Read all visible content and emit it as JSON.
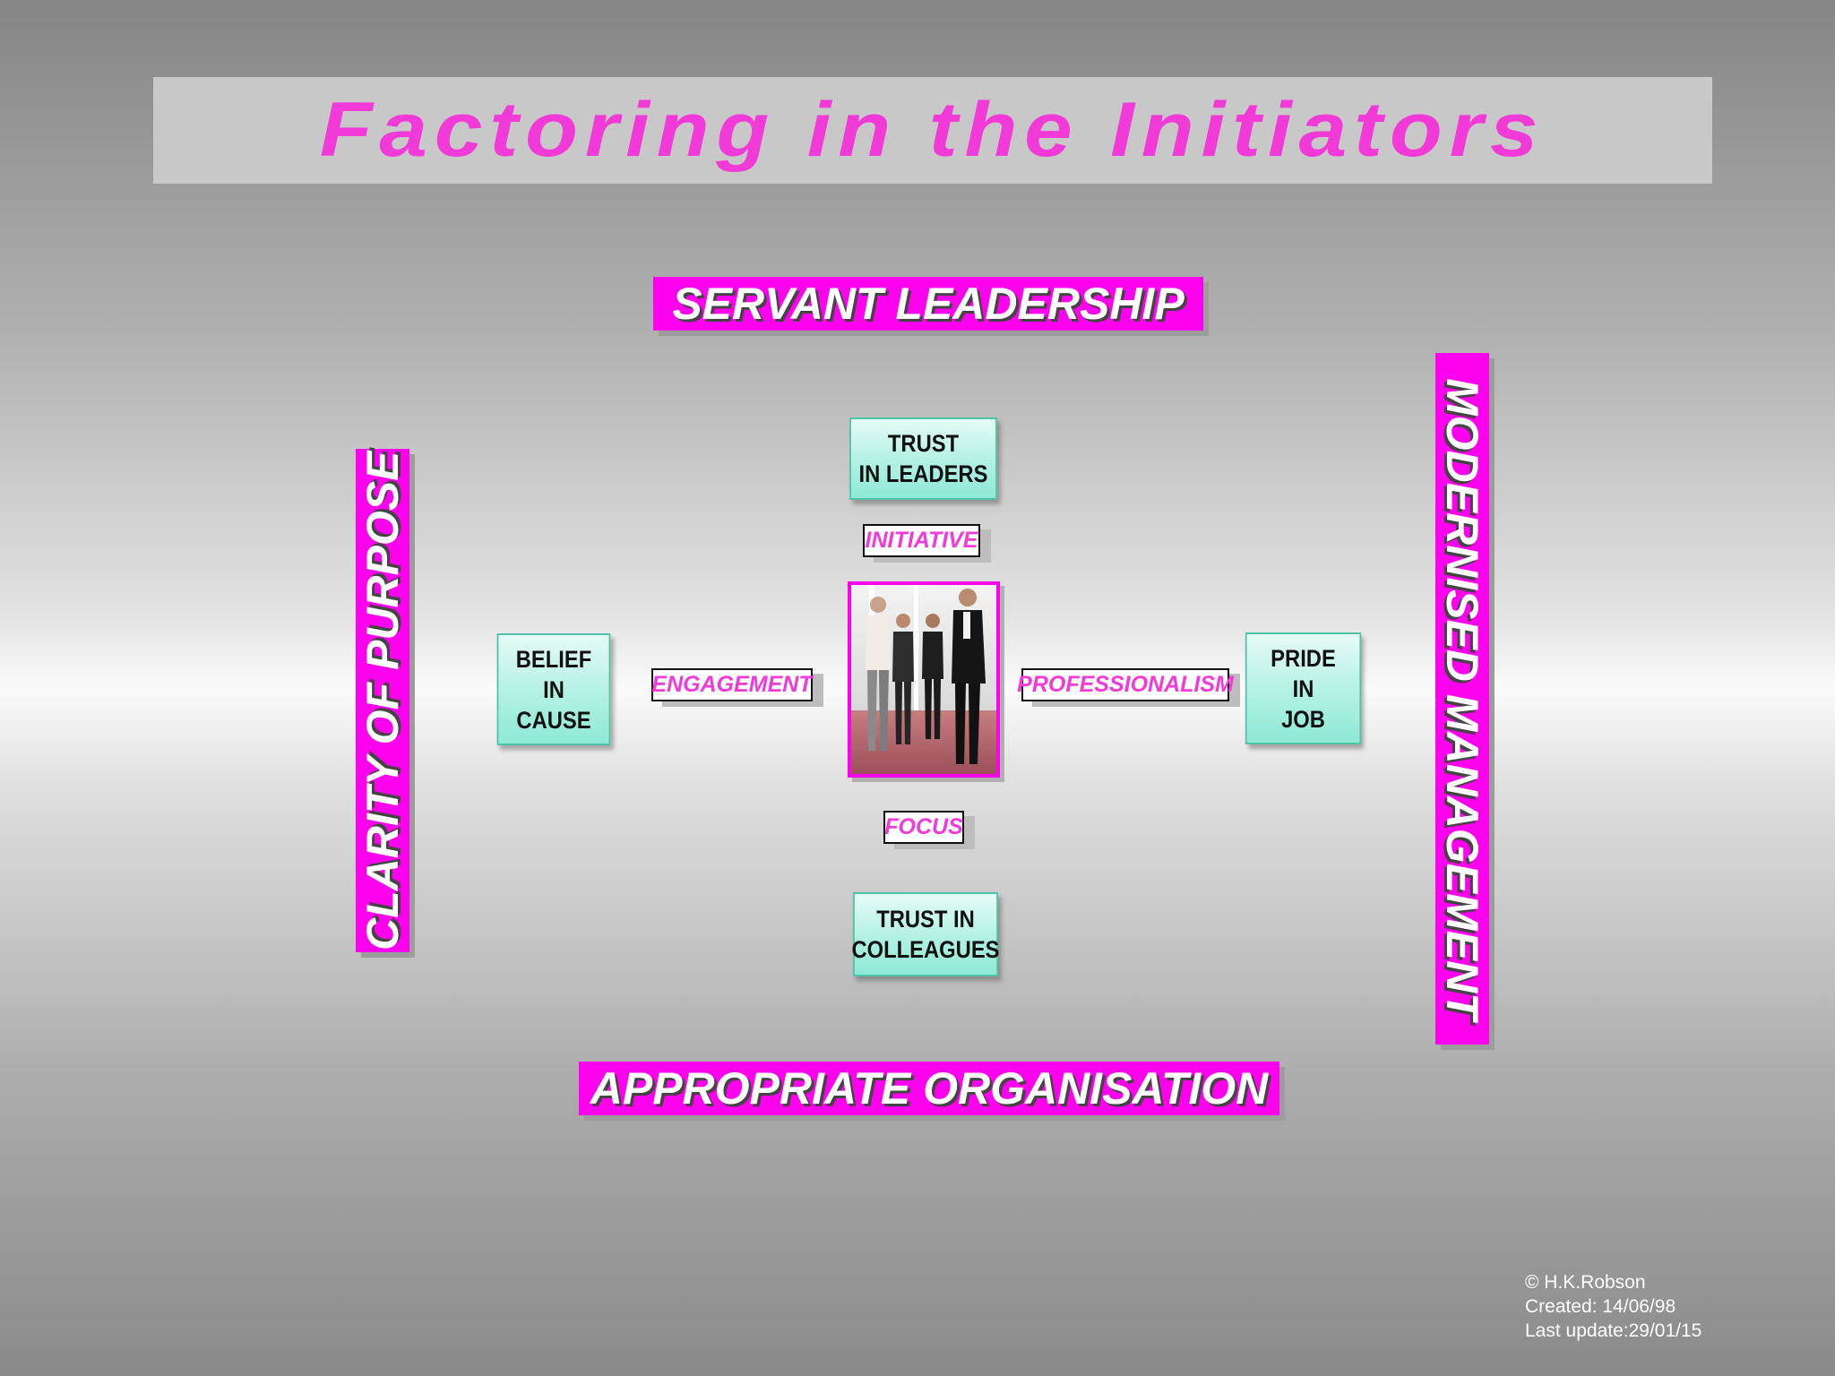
{
  "title": "Factoring in the Initiators",
  "banners": {
    "top": "SERVANT LEADERSHIP",
    "bottom": "APPROPRIATE ORGANISATION",
    "left": "CLARITY OF PURPOSE",
    "right": "MODERNISED MANAGEMENT"
  },
  "boxes": {
    "top": "TRUST\nIN LEADERS",
    "left": "BELIEF\nIN\nCAUSE",
    "right": "PRIDE\nIN\nJOB",
    "bottom": "TRUST IN\nCOLLEAGUES"
  },
  "labels": {
    "top": "INITIATIVE",
    "left": "ENGAGEMENT",
    "right": "PROFESSIONALISM",
    "bottom": "FOCUS"
  },
  "credits": {
    "copyright": "© H.K.Robson",
    "created": "Created: 14/06/98",
    "updated": "Last update:29/01/15"
  },
  "colors": {
    "magenta": "#ff00ee",
    "title_pink": "#f13ad8",
    "box_teal": "#b6f2e4"
  },
  "photo": "business-team-photo"
}
